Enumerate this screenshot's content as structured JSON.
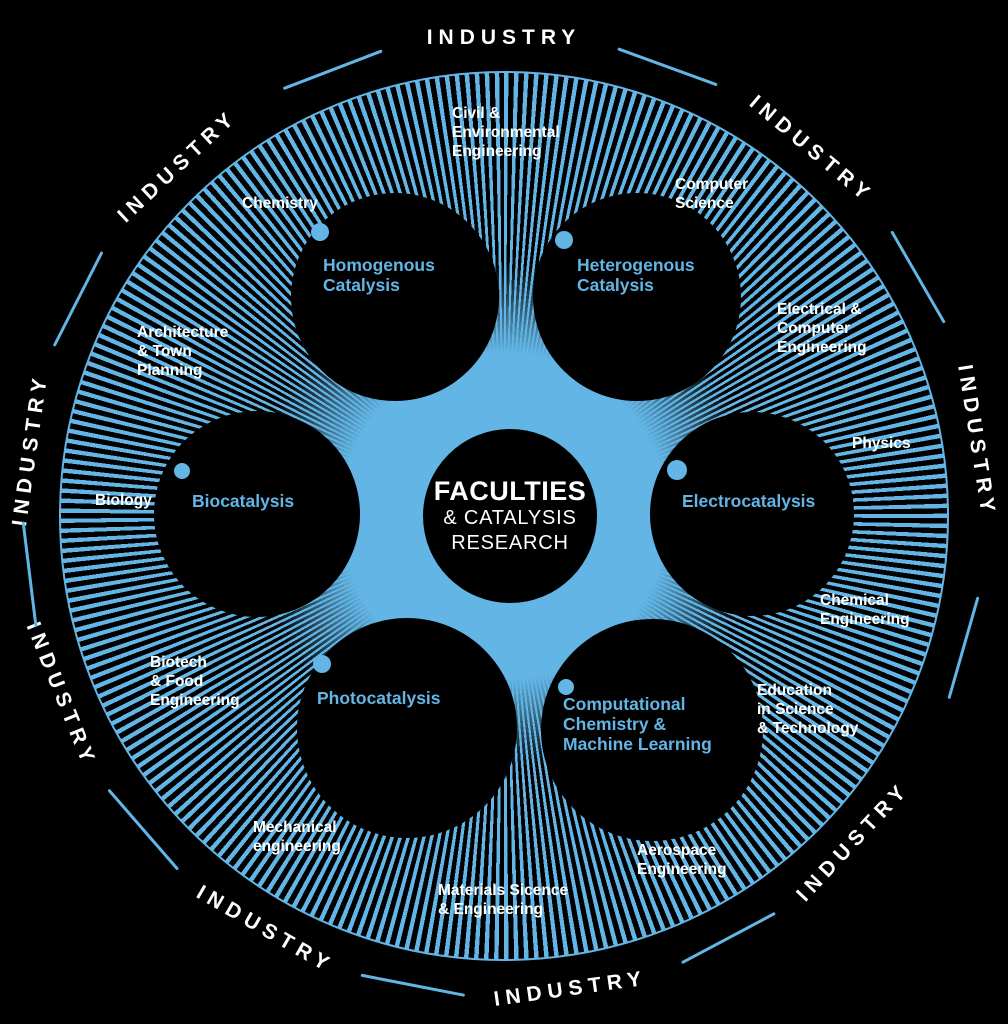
{
  "colors": {
    "accent_blue": "#62b5e5",
    "background": "#000000",
    "text_white": "#ffffff"
  },
  "outer_ring": {
    "label": "INDUSTRY"
  },
  "center": {
    "title": "FACULTIES",
    "line2": "& CATALYSIS",
    "line3": "RESEARCH"
  },
  "research_areas": [
    {
      "name": "Homogenous Catalysis",
      "lines": [
        "Homogenous",
        "Catalysis"
      ]
    },
    {
      "name": "Heterogenous Catalysis",
      "lines": [
        "Heterogenous",
        "Catalysis"
      ]
    },
    {
      "name": "Biocatalysis",
      "lines": [
        "Biocatalysis"
      ]
    },
    {
      "name": "Electrocatalysis",
      "lines": [
        "Electrocatalysis"
      ]
    },
    {
      "name": "Photocatalysis",
      "lines": [
        "Photocatalysis"
      ]
    },
    {
      "name": "Computational Chemistry & Machine Learning",
      "lines": [
        "Computational",
        "Chemistry &",
        "Machine Learning"
      ]
    }
  ],
  "faculties": [
    {
      "name": "Civil & Environmental Engineering",
      "lines": [
        "Civil &",
        "Environmental",
        "Engineering"
      ]
    },
    {
      "name": "Chemistry",
      "lines": [
        "Chemistry"
      ]
    },
    {
      "name": "Computer Science",
      "lines": [
        "Computer",
        "Science"
      ]
    },
    {
      "name": "Electrical & Computer Engineering",
      "lines": [
        "Electrical &",
        "Computer",
        "Engineering"
      ]
    },
    {
      "name": "Physics",
      "lines": [
        "Physics"
      ]
    },
    {
      "name": "Chemical Engineering",
      "lines": [
        "Chemical",
        "Engineering"
      ]
    },
    {
      "name": "Education in Science & Technology",
      "lines": [
        "Education",
        "in Science",
        "& Technology"
      ]
    },
    {
      "name": "Aerospace Engineering",
      "lines": [
        "Aerospace",
        "Engineering"
      ]
    },
    {
      "name": "Materials Sicence & Engineering",
      "lines": [
        "Materials Sicence",
        "& Engineering"
      ]
    },
    {
      "name": "Mechanical engineering",
      "lines": [
        "Mechanical",
        "engineering"
      ]
    },
    {
      "name": "Biotech & Food Engineering",
      "lines": [
        "Biotech",
        "& Food",
        "Engineering"
      ]
    },
    {
      "name": "Biology",
      "lines": [
        "Biology"
      ]
    },
    {
      "name": "Architecture & Town Planning",
      "lines": [
        "Architecture",
        "& Town",
        "Planning"
      ]
    }
  ]
}
